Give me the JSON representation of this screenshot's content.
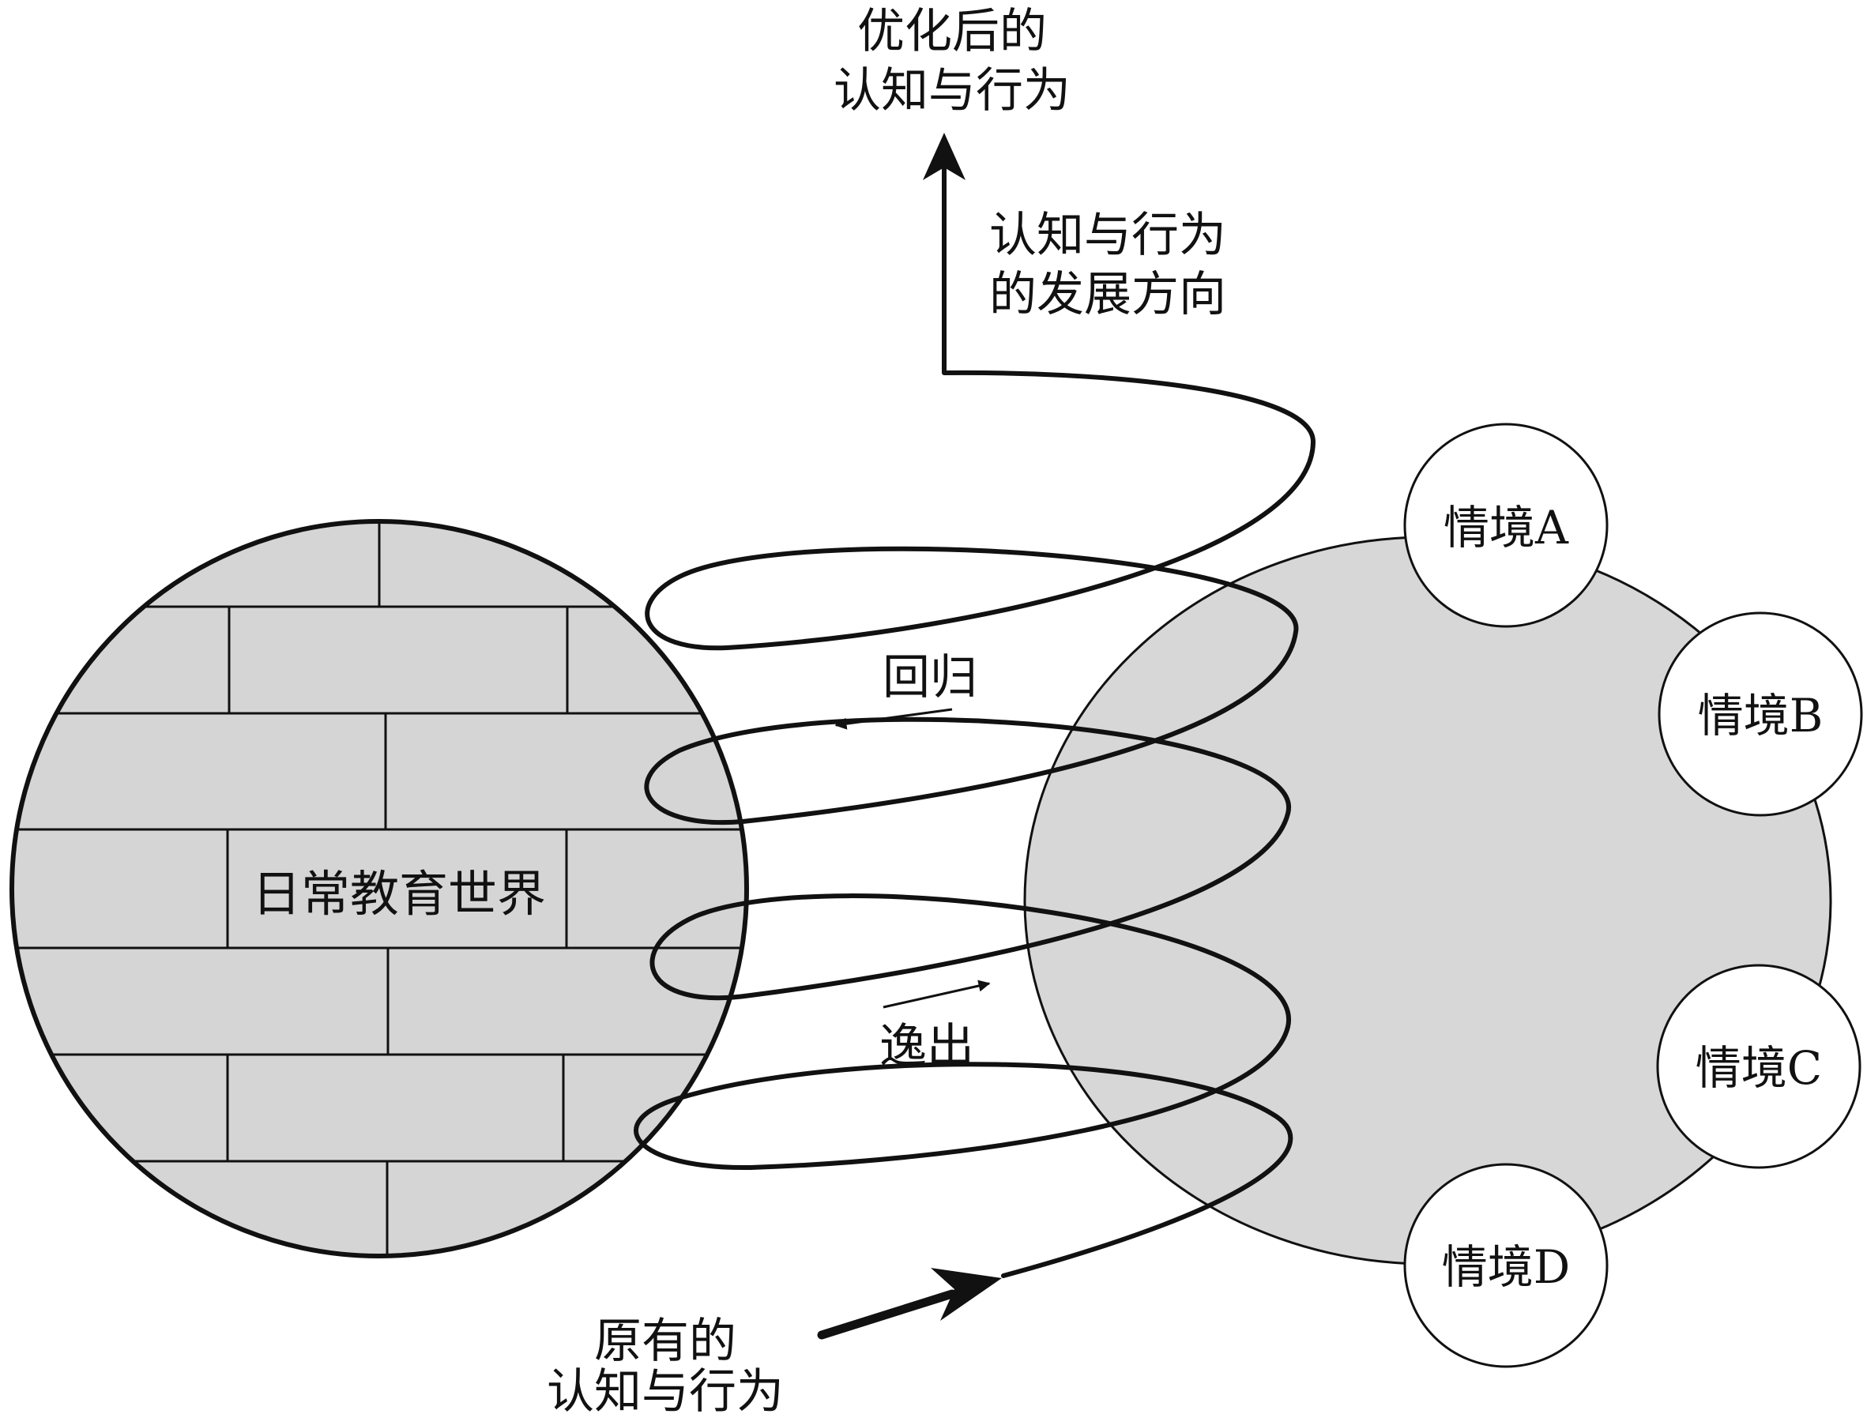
{
  "labels": {
    "top_result_line1": "优化后的",
    "top_result_line2": "认知与行为",
    "direction_line1": "认知与行为",
    "direction_line2": "的发展方向",
    "return": "回归",
    "escape": "逸出",
    "origin_line1": "原有的",
    "origin_line2": "认知与行为",
    "daily_world": "日常教育世界",
    "situation_a": "情境A",
    "situation_b": "情境B",
    "situation_c": "情境C",
    "situation_d": "情境D"
  },
  "colors": {
    "world_fill": "#d5d5d5",
    "situation_fill": "#d7d7d7",
    "stroke": "#111111",
    "background": "#ffffff"
  }
}
